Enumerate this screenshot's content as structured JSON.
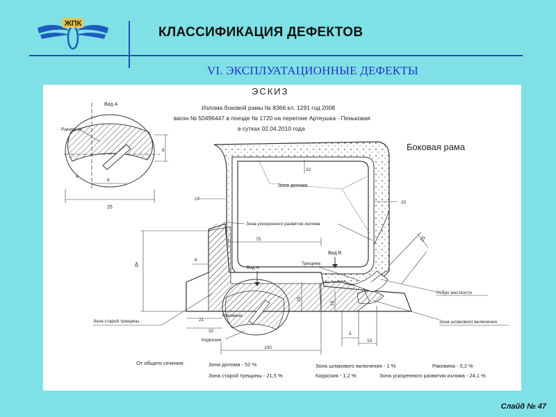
{
  "header": {
    "logo_text": "ЖПК",
    "title": "КЛАССИФИКАЦИЯ ДЕФЕКТОВ",
    "subtitle": "VI. ЭКСПЛУАТАЦИОННЫЕ ДЕФЕКТЫ"
  },
  "sketch": {
    "heading": "ЭСКИЗ",
    "caption_lines": [
      "Излома боковой рамы № 8366 кл. 1291 год 2008",
      "вагон № 50496447 в поезде № 1720 на перегоне Артеушка - Пеньковая",
      "в сутках 02.04.2010 года"
    ],
    "frame_label": "Боковая рама",
    "labels": {
      "view_a": "Вид А",
      "shell": "Раковина",
      "dolomite_zone": "Зона долома",
      "accel_zone": "Зона ускоренного развития излома",
      "view_b": "Вид В",
      "crack": "Трещина",
      "rib": "Ребро жесткости",
      "old_crack_zone": "Зона старой трещины",
      "slag_zone": "Зона шлакового включения",
      "corrosion": "Коррозия"
    },
    "dims": {
      "d8_top": "8",
      "d4": "4",
      "d8_inner": "8",
      "d25_top": "25",
      "d22": "22",
      "d19": "19",
      "d20": "20",
      "d75": "75",
      "d25_diag": "25",
      "delta": "δ",
      "d8_left": "8",
      "d25_mid": "25",
      "d15": "15",
      "d21": "21",
      "d32": "32",
      "d5": "5",
      "d10": "10",
      "d100": "100"
    },
    "stats": {
      "heading": "От общего сечения:",
      "dolomite": "Зона долома - 52 %",
      "slag": "Зона шлакового включения - 1 %",
      "shell": "Раковина - 0,2 %",
      "old_crack": "Зона старой трещины - 21,5 %",
      "corrosion": "Коррозия - 1,2 %",
      "accel": "Зона ускоренного развития излома - 24,1 %"
    }
  },
  "footer": {
    "slide_label": "Слайд № 47"
  }
}
